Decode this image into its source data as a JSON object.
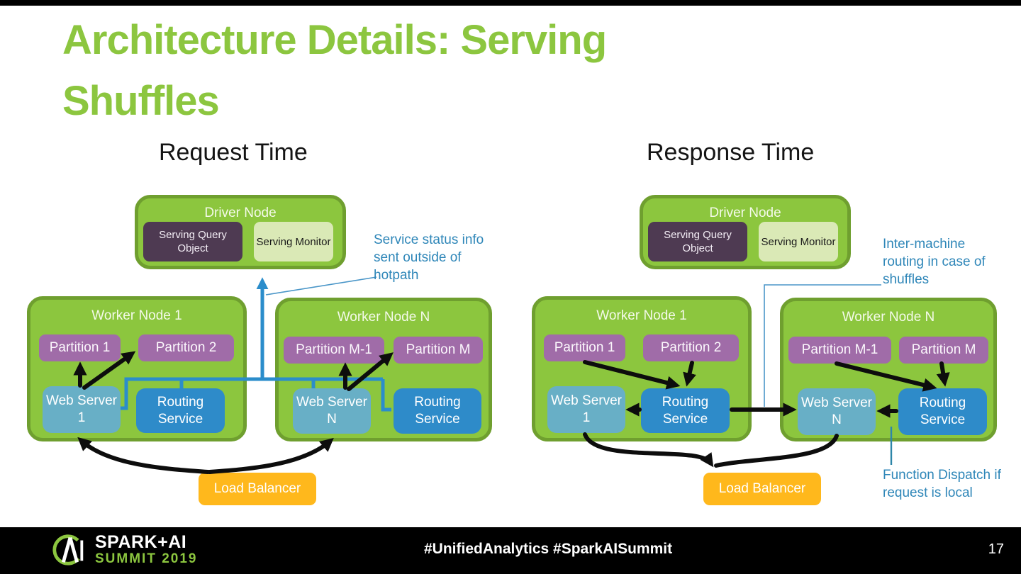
{
  "slide": {
    "title_lines": [
      "Architecture Details: Serving",
      "Shuffles"
    ],
    "page_number": "17"
  },
  "footer": {
    "hashtags": "#UnifiedAnalytics #SparkAISummit",
    "logo_name": "SPARK+AI",
    "logo_sub": "SUMMIT 2019"
  },
  "colors": {
    "title_green": "#8CC63F",
    "node_green": "#8CC63E",
    "node_border_green": "#6F9F2F",
    "partition_purple": "#A06CA8",
    "query_object_purple": "#4E3A52",
    "monitor_pale_green": "#DAE9B6",
    "web_server_blue": "#68AFC6",
    "routing_blue": "#2E8BC9",
    "load_balancer_orange": "#FFB81C",
    "annotation_blue": "#2E86B8",
    "connector_blue": "#2B8DCB",
    "arrow_black": "#0D0D0D"
  },
  "request": {
    "heading": "Request Time",
    "driver": {
      "title": "Driver Node",
      "query_object": "Serving Query Object",
      "monitor": "Serving Monitor"
    },
    "worker1": {
      "title": "Worker Node 1",
      "partition_a": "Partition 1",
      "partition_b": "Partition 2",
      "web_server": "Web Server 1",
      "routing": "Routing Service"
    },
    "workerN": {
      "title": "Worker Node N",
      "partition_a": "Partition M-1",
      "partition_b": "Partition M",
      "web_server": "Web Server N",
      "routing": "Routing Service"
    },
    "load_balancer": "Load Balancer",
    "annotation": "Service status info sent outside of hotpath"
  },
  "response": {
    "heading": "Response Time",
    "driver": {
      "title": "Driver Node",
      "query_object": "Serving Query Object",
      "monitor": "Serving Monitor"
    },
    "worker1": {
      "title": "Worker Node 1",
      "partition_a": "Partition 1",
      "partition_b": "Partition 2",
      "web_server": "Web Server 1",
      "routing": "Routing Service"
    },
    "workerN": {
      "title": "Worker Node N",
      "partition_a": "Partition M-1",
      "partition_b": "Partition M",
      "web_server": "Web Server N",
      "routing": "Routing Service"
    },
    "load_balancer": "Load Balancer",
    "annotation_top": "Inter-machine routing in case of shuffles",
    "annotation_bottom": "Function Dispatch if request is local"
  }
}
